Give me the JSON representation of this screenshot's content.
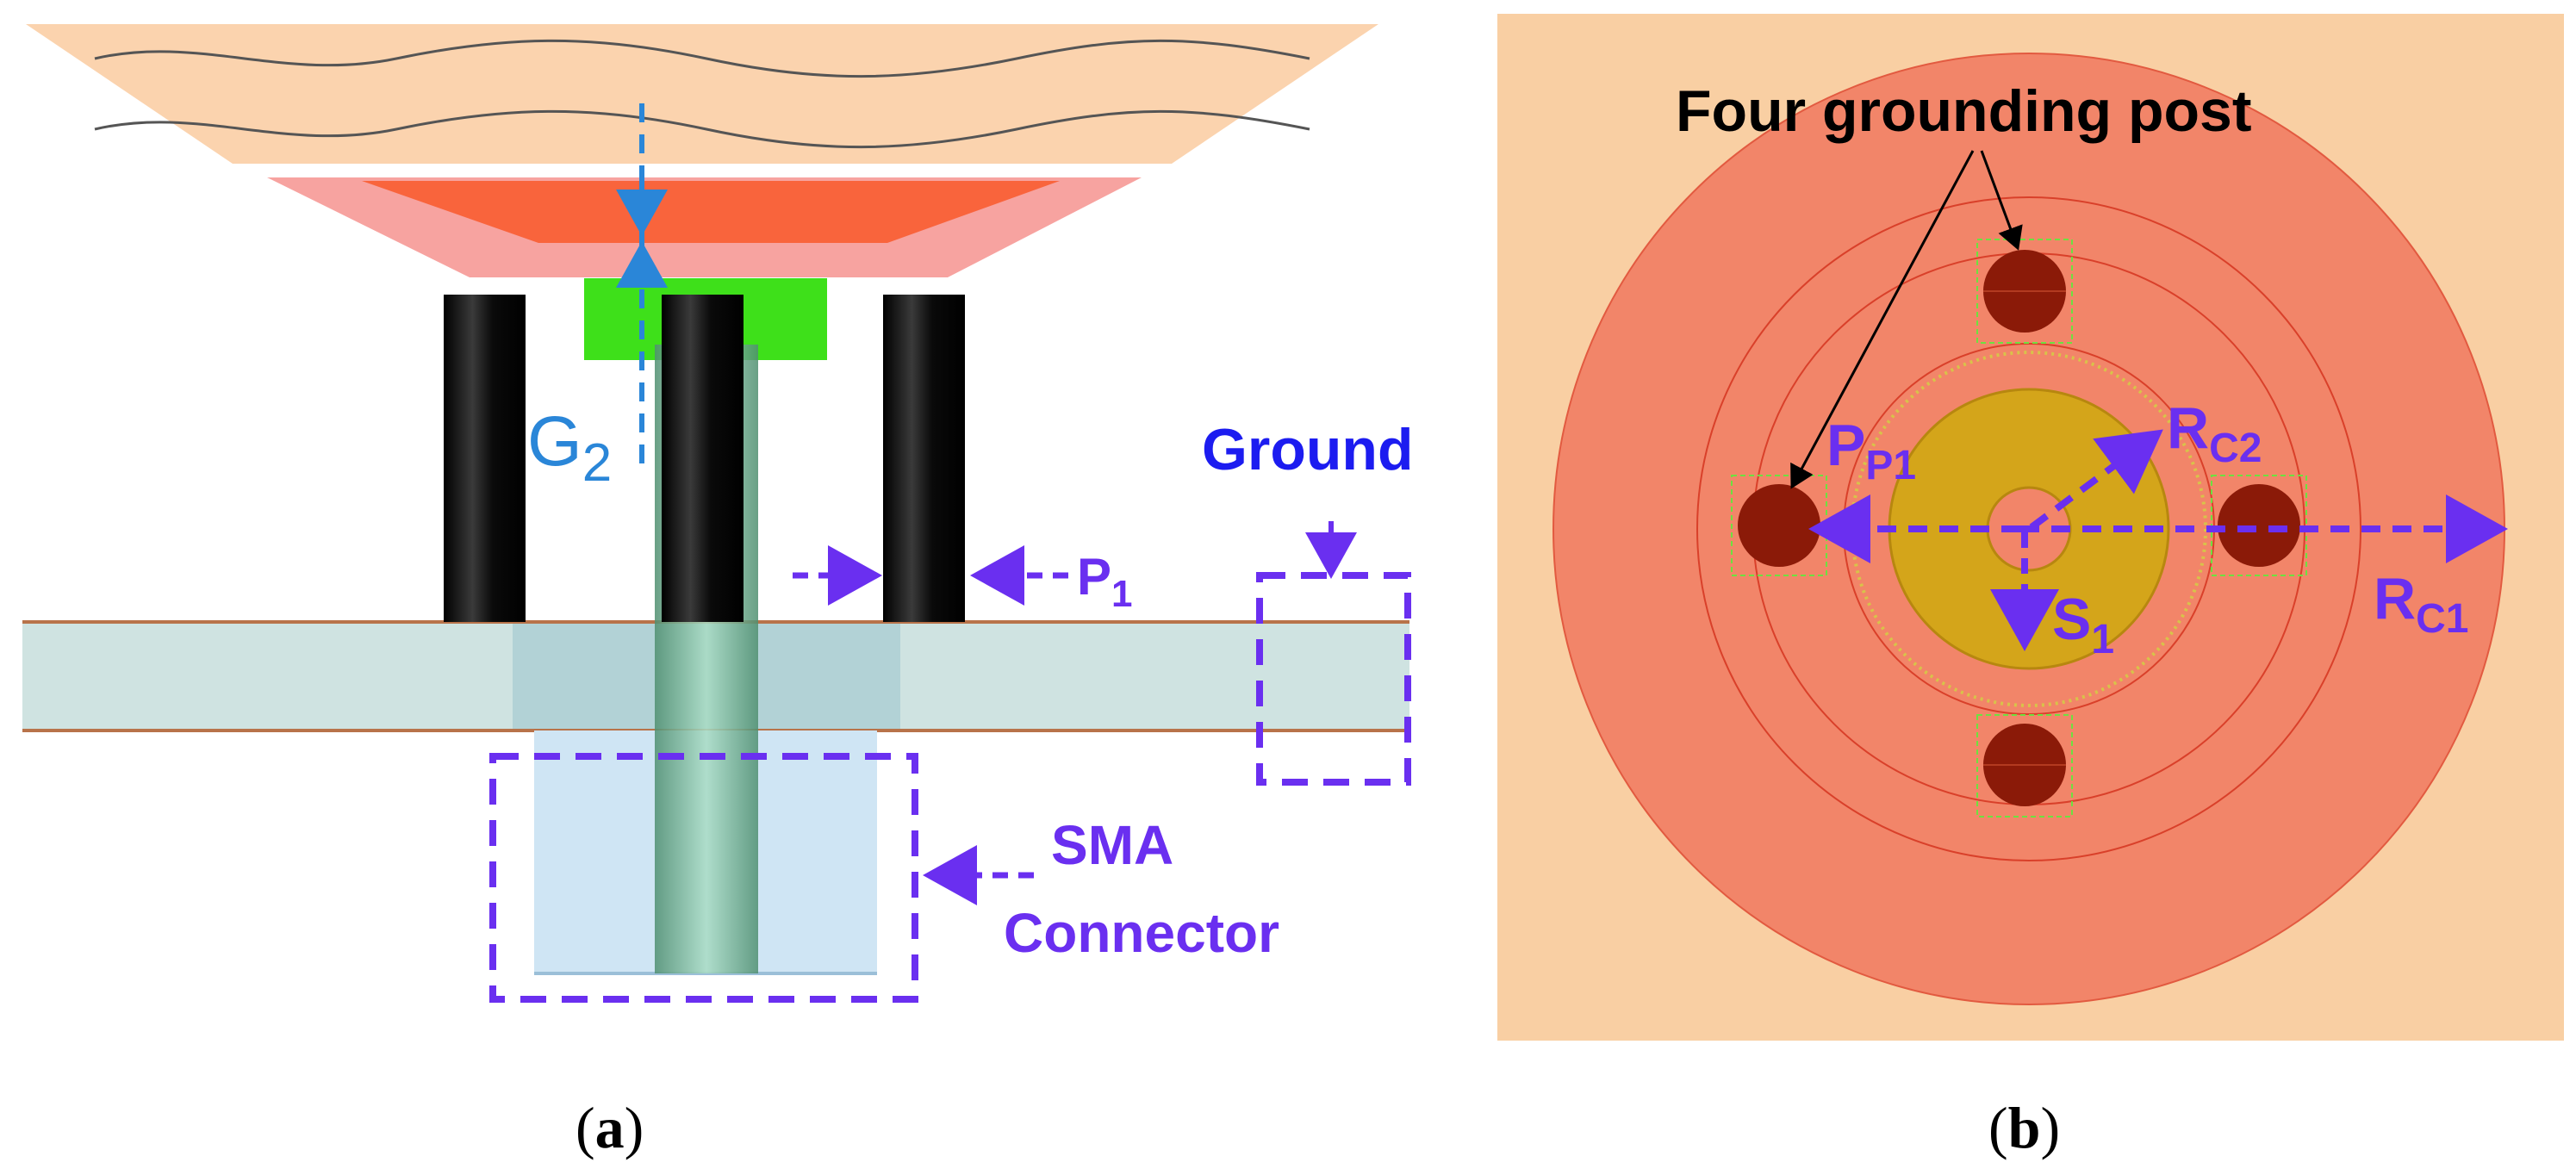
{
  "panel_a": {
    "gap_label": "G",
    "gap_sub": "2",
    "ground_label": "Ground",
    "pitch_label": "P",
    "pitch_sub": "1",
    "sma_line1": "SMA",
    "sma_line2": "Connector",
    "caption_open": "(",
    "caption_letter": "a",
    "caption_close": ")"
  },
  "panel_b": {
    "posts_label": "Four grounding post",
    "rc2_label": "R",
    "rc2_sub": "C2",
    "pp1_label": "P",
    "pp1_sub": "P1",
    "s1_label": "S",
    "s1_sub": "1",
    "rc1_label": "R",
    "rc1_sub": "C1",
    "caption_open": "(",
    "caption_letter": "b",
    "caption_close": ")"
  },
  "colors": {
    "dimension_arrow": "#6a2ff0",
    "gap_arrow": "#2a86d8",
    "ground_label": "#1c1cf0",
    "post_fill": "#8b1a08",
    "patch_fill": "#f0826a",
    "background_b": "#f9cfa3"
  }
}
